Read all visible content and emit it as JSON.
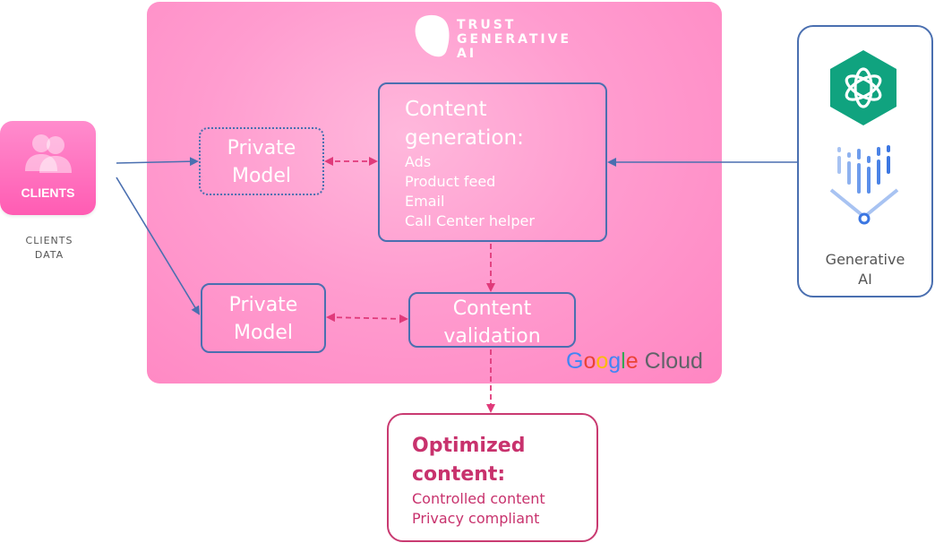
{
  "brand": {
    "line1": "TRUST",
    "line2": "GENERATIVE",
    "line3": "AI"
  },
  "clients": {
    "tile_label": "CLIENTS",
    "data_line1": "CLIENTS",
    "data_line2": "DATA"
  },
  "private_model_top": {
    "line1": "Private",
    "line2": "Model"
  },
  "private_model_bottom": {
    "line1": "Private",
    "line2": "Model"
  },
  "content_generation": {
    "title_line1": "Content",
    "title_line2": "generation:",
    "items": [
      "Ads",
      "Product feed",
      "Email",
      "Call Center helper"
    ]
  },
  "content_validation": {
    "line1": "Content",
    "line2": "validation"
  },
  "google_cloud": {
    "letters": [
      "G",
      "o",
      "o",
      "g",
      "l",
      "e"
    ],
    "cloud": "Cloud"
  },
  "generative_ai": {
    "line1": "Generative",
    "line2": "AI",
    "icons": [
      "openai-icon",
      "gemini-icon"
    ]
  },
  "optimized_content": {
    "title_line1": "Optimized",
    "title_line2": "content:",
    "items": [
      "Controlled content",
      "Privacy compliant"
    ]
  },
  "colors": {
    "panel_pink": "#ff9ccf",
    "box_border": "#4a6fb0",
    "accent_magenta": "#e03a7a",
    "openai_green": "#10a37f",
    "google_blue": "#4285F4",
    "google_red": "#EA4335",
    "google_yellow": "#FBBC05",
    "google_green": "#34A853"
  }
}
